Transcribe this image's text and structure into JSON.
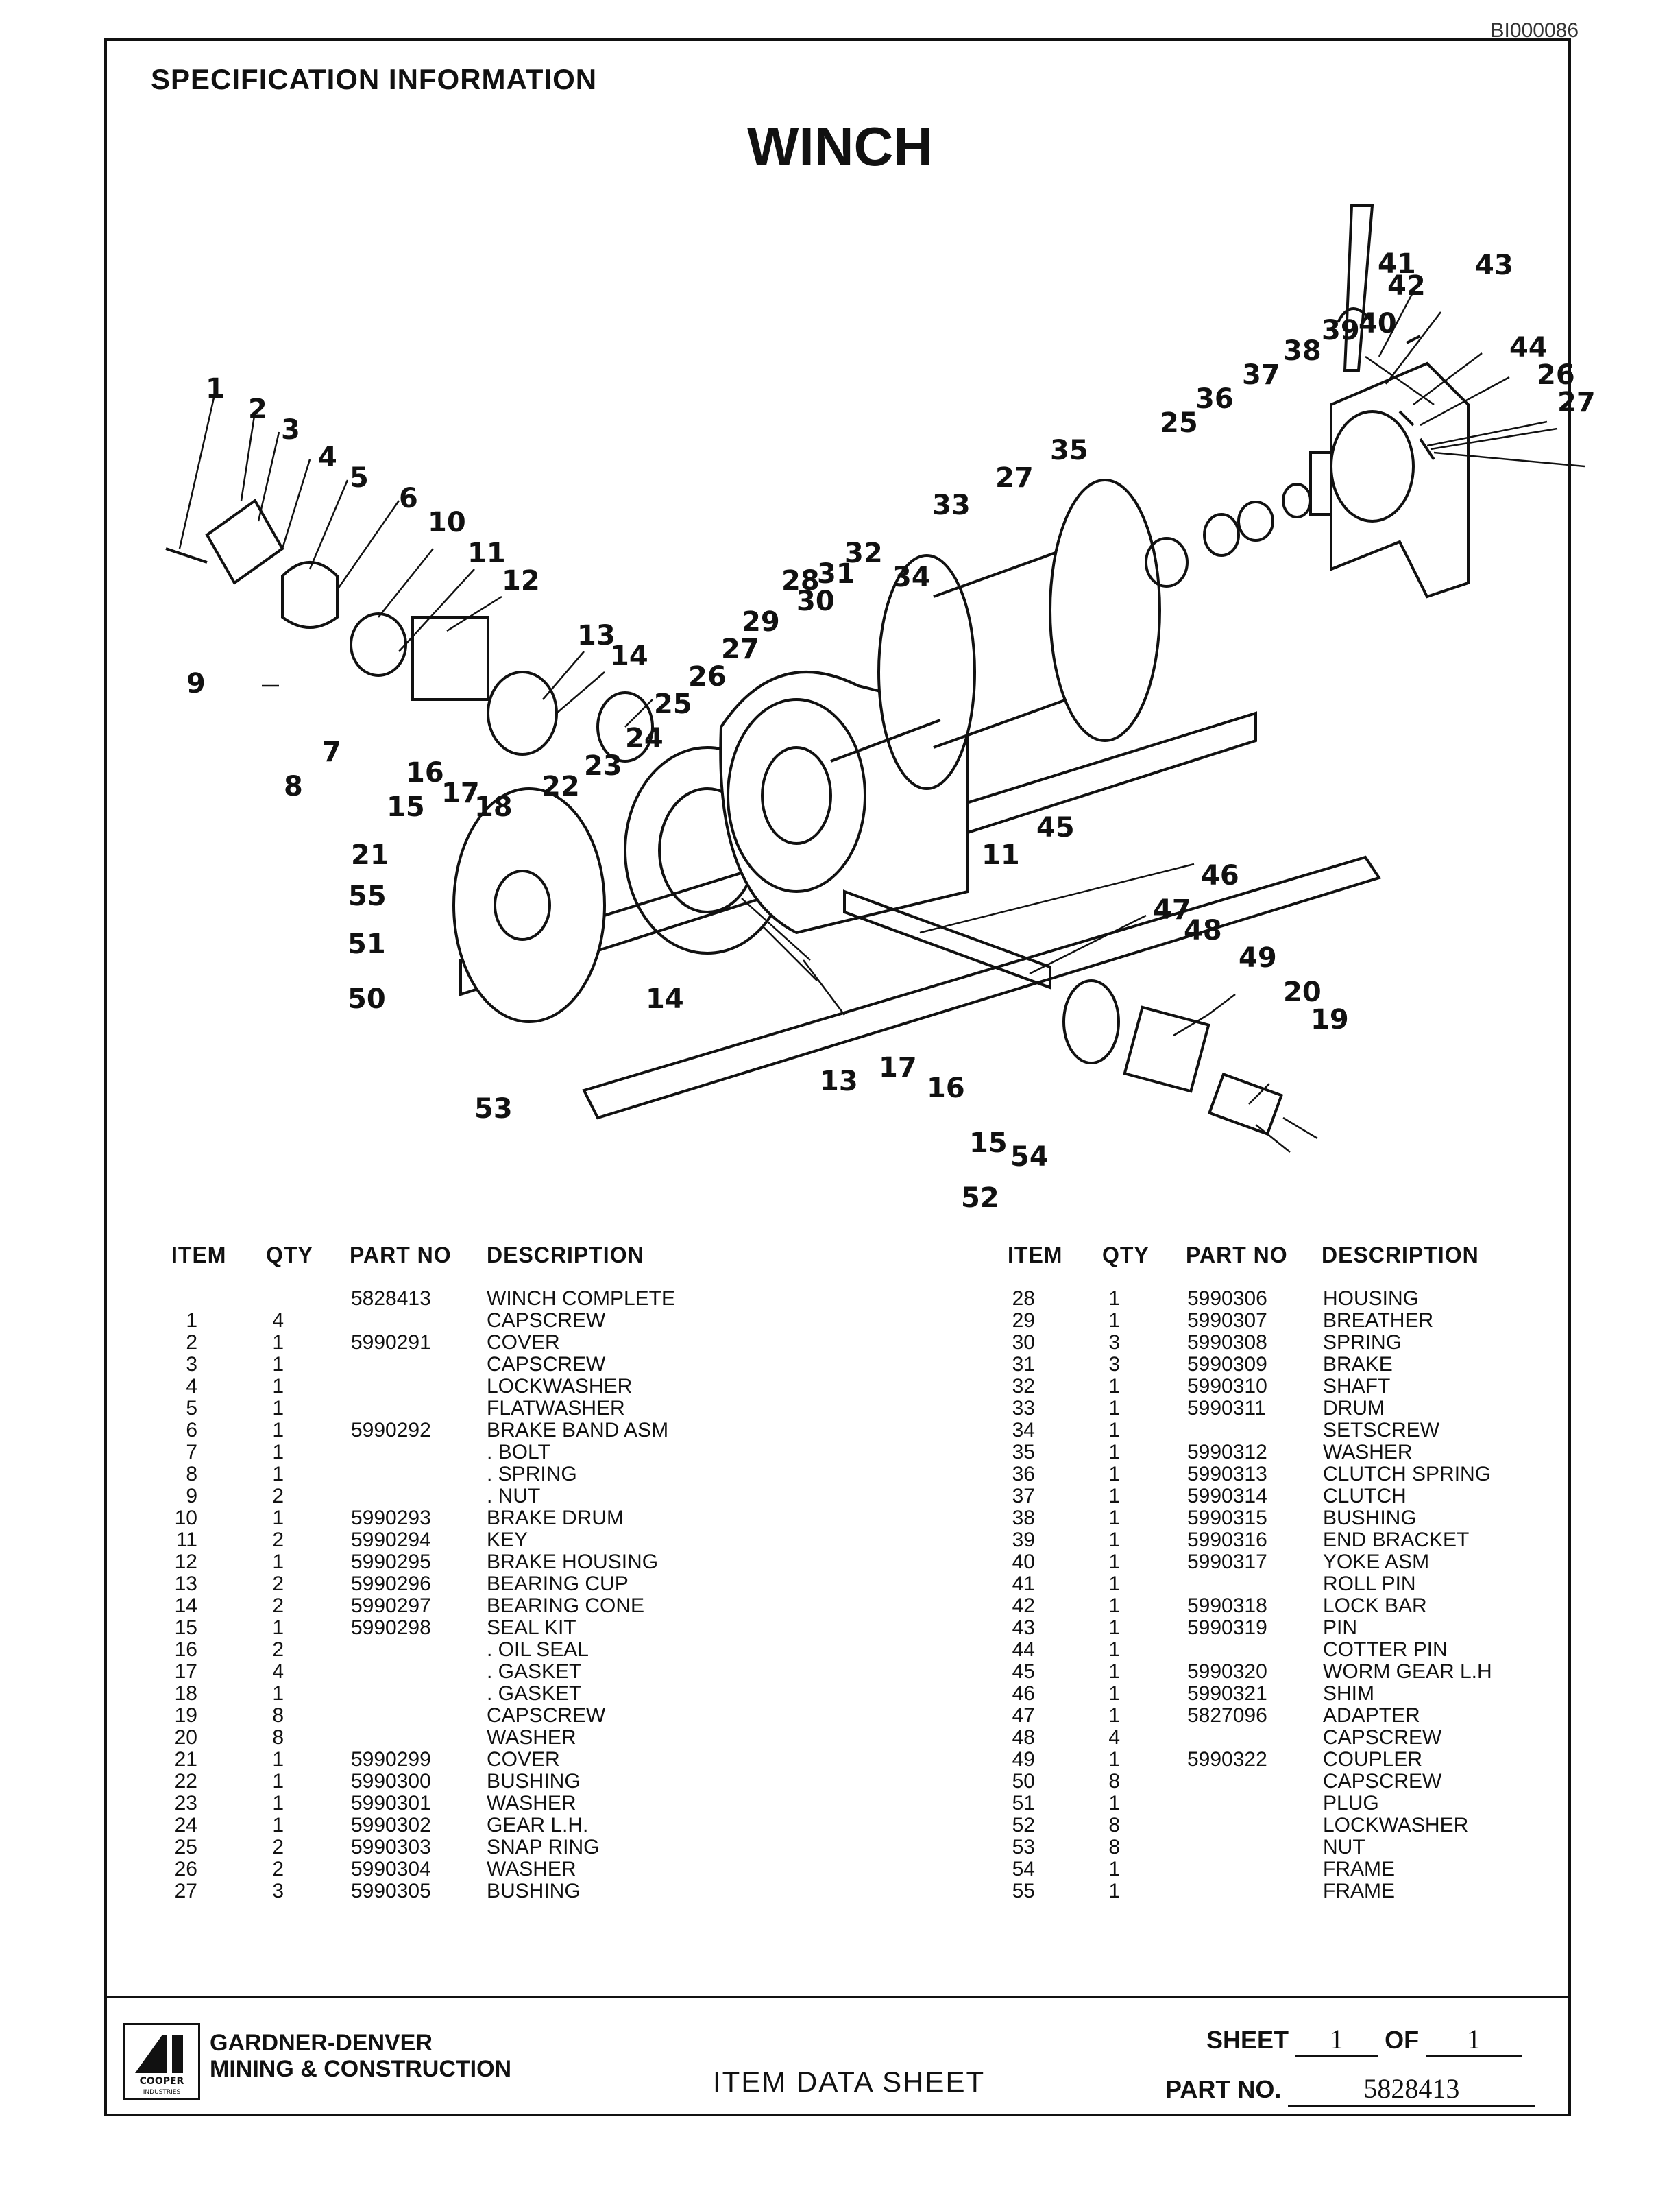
{
  "header": {
    "doc_id": "BI000086",
    "spec_label": "SPECIFICATION INFORMATION",
    "title": "WINCH"
  },
  "diagram": {
    "callouts": [
      "1",
      "2",
      "3",
      "4",
      "5",
      "6",
      "10",
      "11",
      "12",
      "9",
      "8",
      "7",
      "13",
      "14",
      "16",
      "17",
      "15",
      "18",
      "22",
      "23",
      "24",
      "25",
      "26",
      "27",
      "28",
      "29",
      "30",
      "31",
      "32",
      "34",
      "33",
      "27",
      "35",
      "25",
      "36",
      "37",
      "38",
      "39",
      "40",
      "41",
      "42",
      "43",
      "44",
      "26",
      "27",
      "11",
      "45",
      "46",
      "47",
      "48",
      "49",
      "20",
      "19",
      "21",
      "55",
      "51",
      "50",
      "14",
      "13",
      "17",
      "16",
      "15",
      "54",
      "52",
      "53"
    ]
  },
  "table": {
    "headers": {
      "item": "ITEM",
      "qty": "QTY",
      "part": "PART NO",
      "desc": "DESCRIPTION"
    },
    "left": [
      {
        "item": "",
        "qty": "",
        "part": "5828413",
        "desc": "WINCH COMPLETE"
      },
      {
        "item": "1",
        "qty": "4",
        "part": "",
        "desc": "CAPSCREW"
      },
      {
        "item": "2",
        "qty": "1",
        "part": "5990291",
        "desc": "COVER"
      },
      {
        "item": "3",
        "qty": "1",
        "part": "",
        "desc": "CAPSCREW"
      },
      {
        "item": "4",
        "qty": "1",
        "part": "",
        "desc": "LOCKWASHER"
      },
      {
        "item": "5",
        "qty": "1",
        "part": "",
        "desc": "FLATWASHER"
      },
      {
        "item": "6",
        "qty": "1",
        "part": "5990292",
        "desc": "BRAKE BAND ASM"
      },
      {
        "item": "7",
        "qty": "1",
        "part": "",
        "desc": ". BOLT"
      },
      {
        "item": "8",
        "qty": "1",
        "part": "",
        "desc": ". SPRING"
      },
      {
        "item": "9",
        "qty": "2",
        "part": "",
        "desc": ". NUT"
      },
      {
        "item": "10",
        "qty": "1",
        "part": "5990293",
        "desc": "BRAKE DRUM"
      },
      {
        "item": "11",
        "qty": "2",
        "part": "5990294",
        "desc": "KEY"
      },
      {
        "item": "12",
        "qty": "1",
        "part": "5990295",
        "desc": "BRAKE HOUSING"
      },
      {
        "item": "13",
        "qty": "2",
        "part": "5990296",
        "desc": "BEARING CUP"
      },
      {
        "item": "14",
        "qty": "2",
        "part": "5990297",
        "desc": "BEARING CONE"
      },
      {
        "item": "15",
        "qty": "1",
        "part": "5990298",
        "desc": "SEAL KIT"
      },
      {
        "item": "16",
        "qty": "2",
        "part": "",
        "desc": ". OIL SEAL"
      },
      {
        "item": "17",
        "qty": "4",
        "part": "",
        "desc": ". GASKET"
      },
      {
        "item": "18",
        "qty": "1",
        "part": "",
        "desc": ". GASKET"
      },
      {
        "item": "19",
        "qty": "8",
        "part": "",
        "desc": "CAPSCREW"
      },
      {
        "item": "20",
        "qty": "8",
        "part": "",
        "desc": "WASHER"
      },
      {
        "item": "21",
        "qty": "1",
        "part": "5990299",
        "desc": "COVER"
      },
      {
        "item": "22",
        "qty": "1",
        "part": "5990300",
        "desc": "BUSHING"
      },
      {
        "item": "23",
        "qty": "1",
        "part": "5990301",
        "desc": "WASHER"
      },
      {
        "item": "24",
        "qty": "1",
        "part": "5990302",
        "desc": "GEAR L.H."
      },
      {
        "item": "25",
        "qty": "2",
        "part": "5990303",
        "desc": "SNAP RING"
      },
      {
        "item": "26",
        "qty": "2",
        "part": "5990304",
        "desc": "WASHER"
      },
      {
        "item": "27",
        "qty": "3",
        "part": "5990305",
        "desc": "BUSHING"
      }
    ],
    "right": [
      {
        "item": "28",
        "qty": "1",
        "part": "5990306",
        "desc": "HOUSING"
      },
      {
        "item": "29",
        "qty": "1",
        "part": "5990307",
        "desc": "BREATHER"
      },
      {
        "item": "30",
        "qty": "3",
        "part": "5990308",
        "desc": "SPRING"
      },
      {
        "item": "31",
        "qty": "3",
        "part": "5990309",
        "desc": "BRAKE"
      },
      {
        "item": "32",
        "qty": "1",
        "part": "5990310",
        "desc": "SHAFT"
      },
      {
        "item": "33",
        "qty": "1",
        "part": "5990311",
        "desc": "DRUM"
      },
      {
        "item": "34",
        "qty": "1",
        "part": "",
        "desc": "SETSCREW"
      },
      {
        "item": "35",
        "qty": "1",
        "part": "5990312",
        "desc": "WASHER"
      },
      {
        "item": "36",
        "qty": "1",
        "part": "5990313",
        "desc": "CLUTCH SPRING"
      },
      {
        "item": "37",
        "qty": "1",
        "part": "5990314",
        "desc": "CLUTCH"
      },
      {
        "item": "38",
        "qty": "1",
        "part": "5990315",
        "desc": "BUSHING"
      },
      {
        "item": "39",
        "qty": "1",
        "part": "5990316",
        "desc": "END BRACKET"
      },
      {
        "item": "40",
        "qty": "1",
        "part": "5990317",
        "desc": "YOKE ASM"
      },
      {
        "item": "41",
        "qty": "1",
        "part": "",
        "desc": "ROLL PIN"
      },
      {
        "item": "42",
        "qty": "1",
        "part": "5990318",
        "desc": "LOCK BAR"
      },
      {
        "item": "43",
        "qty": "1",
        "part": "5990319",
        "desc": "PIN"
      },
      {
        "item": "44",
        "qty": "1",
        "part": "",
        "desc": "COTTER PIN"
      },
      {
        "item": "45",
        "qty": "1",
        "part": "5990320",
        "desc": "WORM GEAR L.H"
      },
      {
        "item": "46",
        "qty": "1",
        "part": "5990321",
        "desc": "SHIM"
      },
      {
        "item": "47",
        "qty": "1",
        "part": "5827096",
        "desc": "ADAPTER"
      },
      {
        "item": "48",
        "qty": "4",
        "part": "",
        "desc": "CAPSCREW"
      },
      {
        "item": "49",
        "qty": "1",
        "part": "5990322",
        "desc": "COUPLER"
      },
      {
        "item": "50",
        "qty": "8",
        "part": "",
        "desc": "CAPSCREW"
      },
      {
        "item": "51",
        "qty": "1",
        "part": "",
        "desc": "PLUG"
      },
      {
        "item": "52",
        "qty": "8",
        "part": "",
        "desc": "LOCKWASHER"
      },
      {
        "item": "53",
        "qty": "8",
        "part": "",
        "desc": "NUT"
      },
      {
        "item": "54",
        "qty": "1",
        "part": "",
        "desc": "FRAME"
      },
      {
        "item": "55",
        "qty": "1",
        "part": "",
        "desc": "FRAME"
      }
    ]
  },
  "footer": {
    "logo_text": "COOPER",
    "logo_subtext": "INDUSTRIES",
    "company_line1": "GARDNER-DENVER",
    "company_line2": "MINING & CONSTRUCTION",
    "doc_type": "ITEM DATA SHEET",
    "sheet_label": "SHEET",
    "sheet_num": "1",
    "of_label": "OF",
    "sheet_total": "1",
    "part_label": "PART NO.",
    "part_value": "5828413"
  }
}
